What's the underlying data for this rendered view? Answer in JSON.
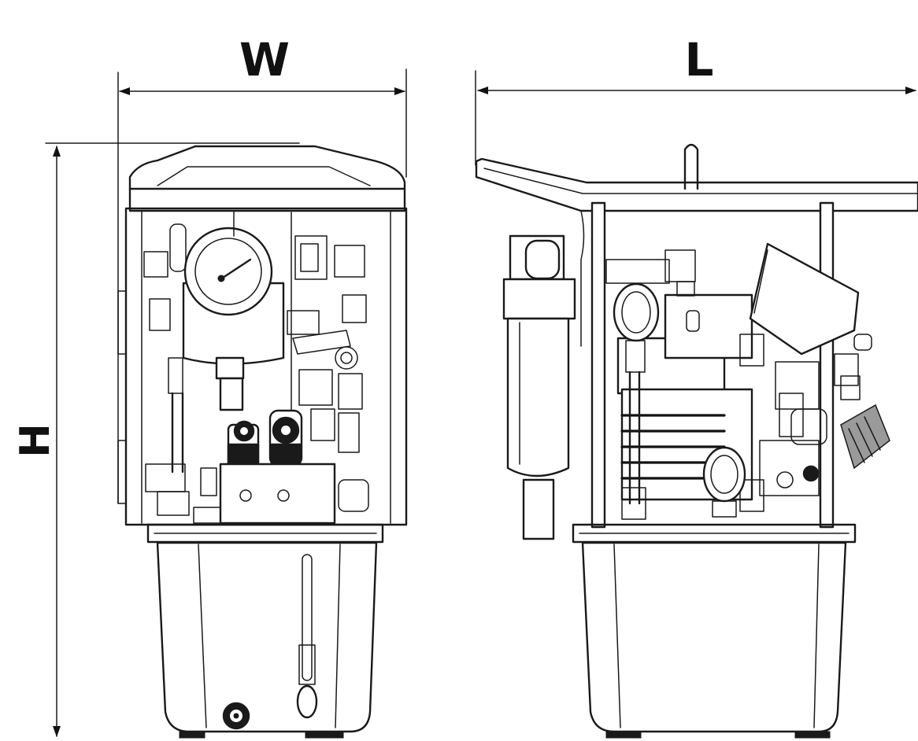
{
  "dimensions": {
    "width_label": "W",
    "length_label": "L",
    "height_label": "H"
  },
  "colors": {
    "line": "#1a1a1a",
    "background": "#ffffff",
    "shade": "#9a9a9a"
  }
}
